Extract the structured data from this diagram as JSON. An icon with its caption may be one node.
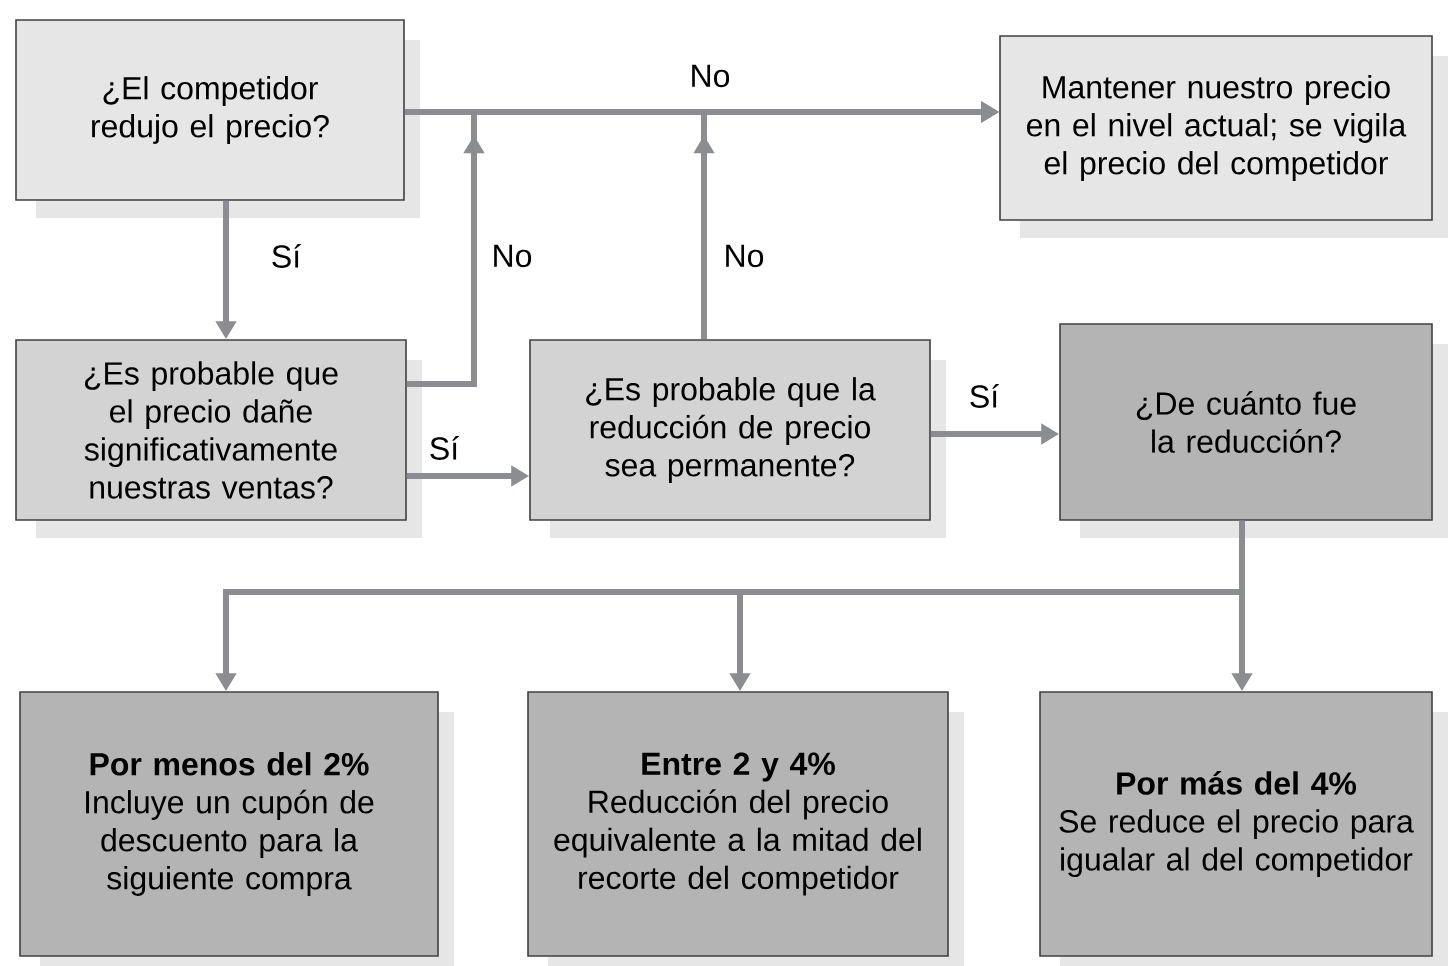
{
  "diagram": {
    "nodes": [
      {
        "text": [
          "¿El competidor redujo el precio?"
        ]
      },
      {
        "text": [
          "Mantener nuestro precio en el nivel actual; se vigila el precio del competidor"
        ]
      },
      {
        "text": [
          "¿Es probable que el precio dañe significativamente nuestras ventas?"
        ]
      },
      {
        "text": [
          "¿Es probable que la reducción de precio sea permanente?"
        ]
      },
      {
        "text": [
          "¿De cuánto fue la reducción?"
        ]
      },
      {
        "text": [
          "Por menos del 2%",
          "Incluye un cupón de descuento para la siguiente compra"
        ]
      },
      {
        "text": [
          "Entre 2 y 4%",
          "Reducción del precio equivalente a la mitad del recorte del competidor"
        ]
      },
      {
        "text": [
          "Por más del 4%",
          "Se reduce el precio para igualar al del competidor"
        ]
      }
    ],
    "edges": [
      {
        "from": 0,
        "to": 1,
        "arrow": "to",
        "label": "No"
      },
      {
        "from": 2,
        "to": 1,
        "arrow": "to",
        "label": "No"
      },
      {
        "from": 3,
        "to": 1,
        "arrow": "to",
        "label": "No"
      },
      {
        "from": 0,
        "to": 2,
        "arrow": "to",
        "label": "Sí"
      },
      {
        "from": 2,
        "to": 3,
        "arrow": "to",
        "label": "Sí"
      },
      {
        "from": 3,
        "to": 4,
        "arrow": "to",
        "label": "Sí"
      },
      {
        "from": 4,
        "to": 5,
        "arrow": "to"
      },
      {
        "from": 4,
        "to": 6,
        "arrow": "to"
      },
      {
        "from": 4,
        "to": 7,
        "arrow": "to"
      }
    ]
  }
}
